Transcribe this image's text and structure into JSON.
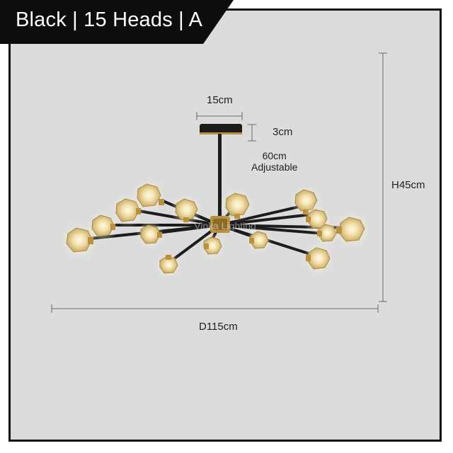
{
  "banner": {
    "text": "Black | 15 Heads | A"
  },
  "dimensions": {
    "canopy_diameter": "15cm",
    "canopy_height": "3cm",
    "rod_length": "60cm",
    "rod_note": "Adjustable",
    "height": "H45cm",
    "diameter": "D115cm"
  },
  "watermark": "Vinka Lighting",
  "colors": {
    "frame_border": "#111111",
    "background": "#dcdcdc",
    "banner_bg": "#0d0d0d",
    "banner_text": "#ffffff",
    "fixture_metal": "#1c1c1c",
    "brass": "#b8903e",
    "crystal": "#e8d7a9",
    "glow": "#fff2c4",
    "dimension_line": "#6a6a6a"
  }
}
